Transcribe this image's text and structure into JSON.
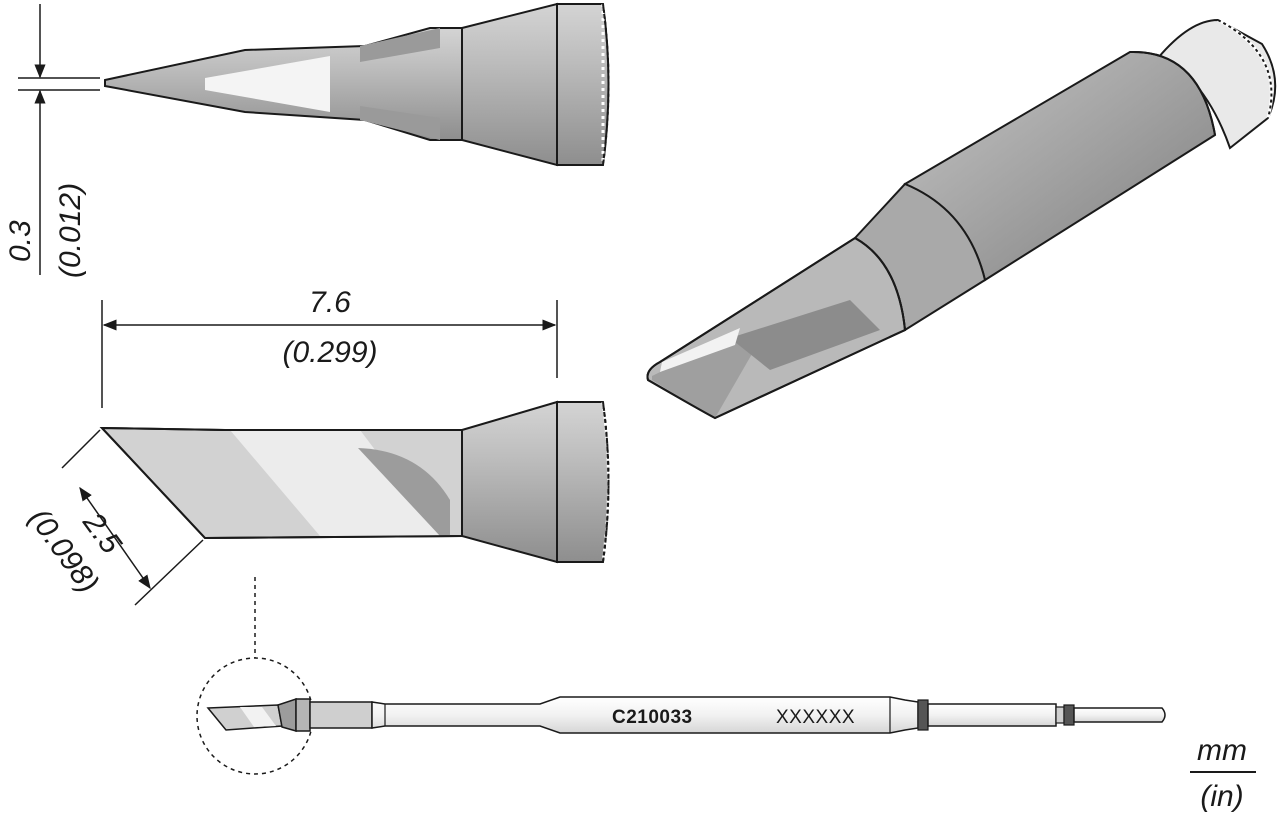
{
  "dimensions": {
    "thickness": {
      "mm": "0.3",
      "inch": "(0.012)"
    },
    "length": {
      "mm": "7.6",
      "inch": "(0.299)"
    },
    "blade_width": {
      "mm": "2.5",
      "inch": "(0.098)"
    }
  },
  "units": {
    "primary": "mm",
    "secondary": "(in)"
  },
  "tip": {
    "part_number": "C210033",
    "serial_placeholder": "XXXXXX"
  },
  "colors": {
    "metal_dark": "#8f8f8f",
    "metal_mid": "#b3b3b3",
    "metal_light": "#d9d9d9",
    "highlight": "#f4f4f4",
    "line": "#1a1a1a"
  }
}
